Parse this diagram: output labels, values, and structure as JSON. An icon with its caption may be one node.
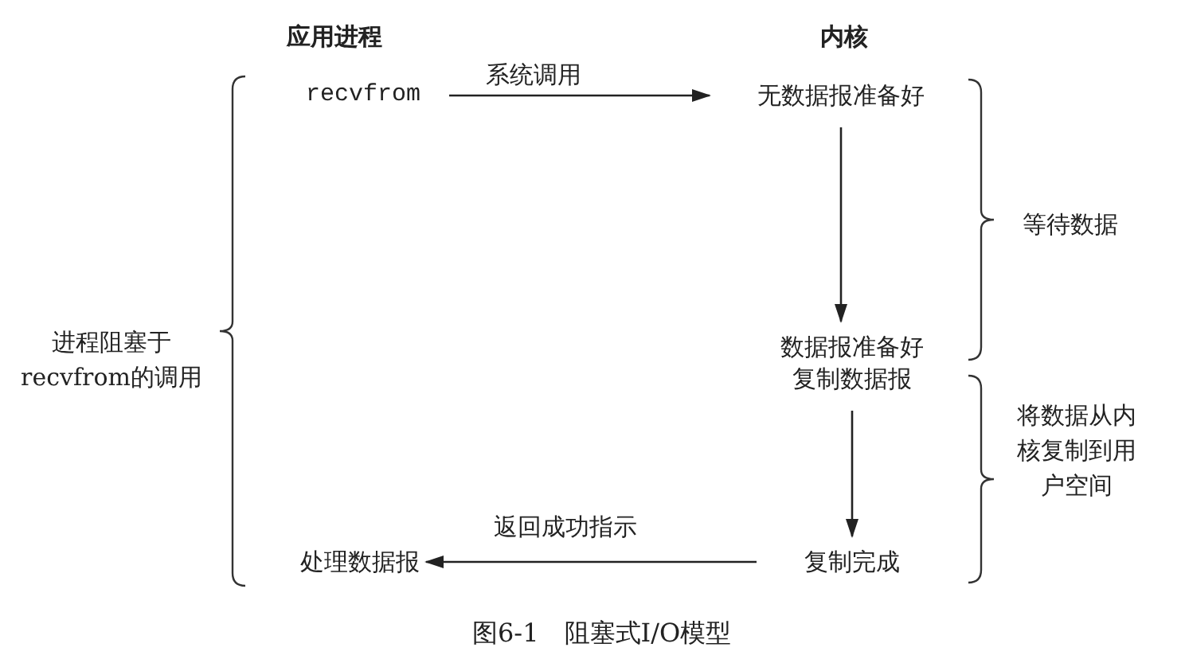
{
  "diagram": {
    "caption": "图6-1　阻塞式I/O模型",
    "nodes": [
      {
        "text": [
          "recvfrom"
        ]
      },
      {
        "text": [
          "无数据报准备好"
        ]
      },
      {
        "text": [
          "数据报准备好",
          "复制数据报"
        ]
      },
      {
        "text": [
          "复制完成"
        ]
      },
      {
        "text": [
          "处理数据报"
        ]
      }
    ],
    "edges": [
      {
        "from": 0,
        "to": 1,
        "arrow": "to",
        "label": "系统调用"
      },
      {
        "from": 1,
        "to": 2,
        "arrow": "to"
      },
      {
        "from": 2,
        "to": 3,
        "arrow": "to"
      },
      {
        "from": 3,
        "to": 4,
        "arrow": "to",
        "label": "返回成功指示"
      }
    ],
    "labels": [
      "应用进程",
      "内核",
      "进程阻塞于recvfrom的调用",
      "等待数据",
      "将数据从内核复制到用户空间"
    ]
  }
}
